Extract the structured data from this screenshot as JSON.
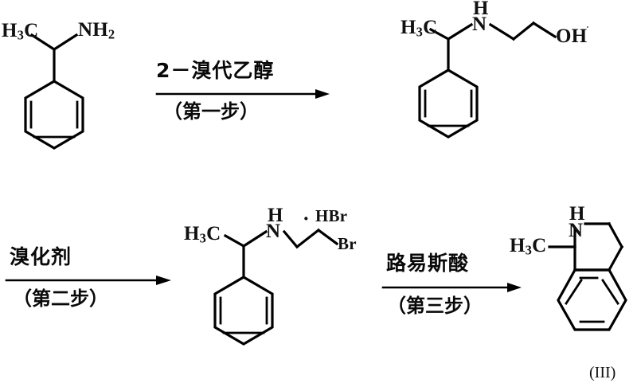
{
  "document": {
    "type": "chemical-reaction-scheme",
    "title": "Three-step synthesis of 1-methyl-1,2,3,4-tetrahydroisoquinoline",
    "product_label": "(III)",
    "background_color": "#ffffff",
    "line_color": "#000000"
  },
  "reactions": [
    {
      "id": "step-1",
      "reagent_text": "2－溴代乙醇",
      "step_text": "（第一步）",
      "reagent_meaning": "2-bromoethanol",
      "step_meaning": "Step One"
    },
    {
      "id": "step-2",
      "reagent_text": "溴化剂",
      "step_text": "（第二步）",
      "reagent_meaning": "brominating agent",
      "step_meaning": "Step Two"
    },
    {
      "id": "step-3",
      "reagent_text": "路易斯酸",
      "step_text": "（第三步）",
      "reagent_meaning": "Lewis acid",
      "step_meaning": "Step Three"
    }
  ],
  "structures": {
    "starting_material": {
      "name": "alpha-methylbenzylamine",
      "labels": {
        "methyl": "H3C",
        "amine": "NH2"
      },
      "methyl_html": "H<sub>3</sub>C",
      "amine_html": "NH<sub>2</sub>"
    },
    "intermediate_1": {
      "name": "2-(1-phenylethylamino)ethanol",
      "labels": {
        "methyl": "H3C",
        "nh_hydrogen": "H",
        "nitrogen": "N",
        "hydroxyl": "OH"
      },
      "methyl_html": "H<sub>3</sub>C",
      "nh_hydrogen_html": "H",
      "nitrogen_html": "N",
      "hydroxyl_html": "OH"
    },
    "intermediate_2": {
      "name": "N-(2-bromoethyl)-1-phenylethylamine hydrobromide",
      "labels": {
        "methyl": "H3C",
        "nh_hydrogen": "H",
        "nitrogen": "N",
        "bromide": "Br",
        "salt": "HBr",
        "salt_dot": "·"
      },
      "methyl_html": "H<sub>3</sub>C",
      "nh_hydrogen_html": "H",
      "nitrogen_html": "N",
      "bromide_html": "Br",
      "salt_html": "HBr",
      "salt_dot_html": "·"
    },
    "product": {
      "name": "1-methyl-1,2,3,4-tetrahydroisoquinoline",
      "labels": {
        "methyl": "H3C",
        "nh_hydrogen": "H",
        "nitrogen": "N",
        "compound_number": "(III)"
      },
      "methyl_html": "H<sub>3</sub>C",
      "nh_hydrogen_html": "H",
      "nitrogen_html": "N",
      "compound_number_html": "(III)"
    }
  }
}
